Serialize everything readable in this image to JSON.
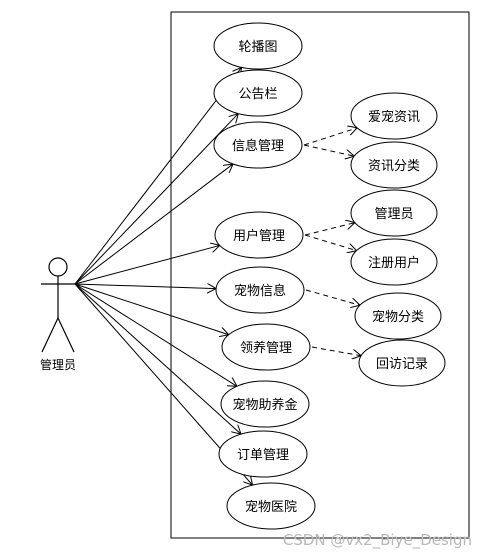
{
  "actor": {
    "label": "管理员"
  },
  "use_cases": [
    {
      "id": "lunbotu",
      "label": "轮播图"
    },
    {
      "id": "gonggaolan",
      "label": "公告栏"
    },
    {
      "id": "xinxi",
      "label": "信息管理"
    },
    {
      "id": "yonghu",
      "label": "用户管理"
    },
    {
      "id": "chongwu",
      "label": "宠物信息"
    },
    {
      "id": "lingyang",
      "label": "领养管理"
    },
    {
      "id": "zhuyangjin",
      "label": "宠物助养金"
    },
    {
      "id": "dingdan",
      "label": "订单管理"
    },
    {
      "id": "yiyuan",
      "label": "宠物医院"
    }
  ],
  "sub_cases": [
    {
      "id": "aichong",
      "label": "爱宠资讯",
      "parent": "xinxi"
    },
    {
      "id": "zixunfenlei",
      "label": "资讯分类",
      "parent": "xinxi"
    },
    {
      "id": "guanliyuan",
      "label": "管理员",
      "parent": "yonghu"
    },
    {
      "id": "zhuce",
      "label": "注册用户",
      "parent": "yonghu"
    },
    {
      "id": "chongwufl",
      "label": "宠物分类",
      "parent": "chongwu"
    },
    {
      "id": "huifang",
      "label": "回访记录",
      "parent": "lingyang"
    }
  ],
  "watermark": "CSDN @vx2_Biye_Design"
}
